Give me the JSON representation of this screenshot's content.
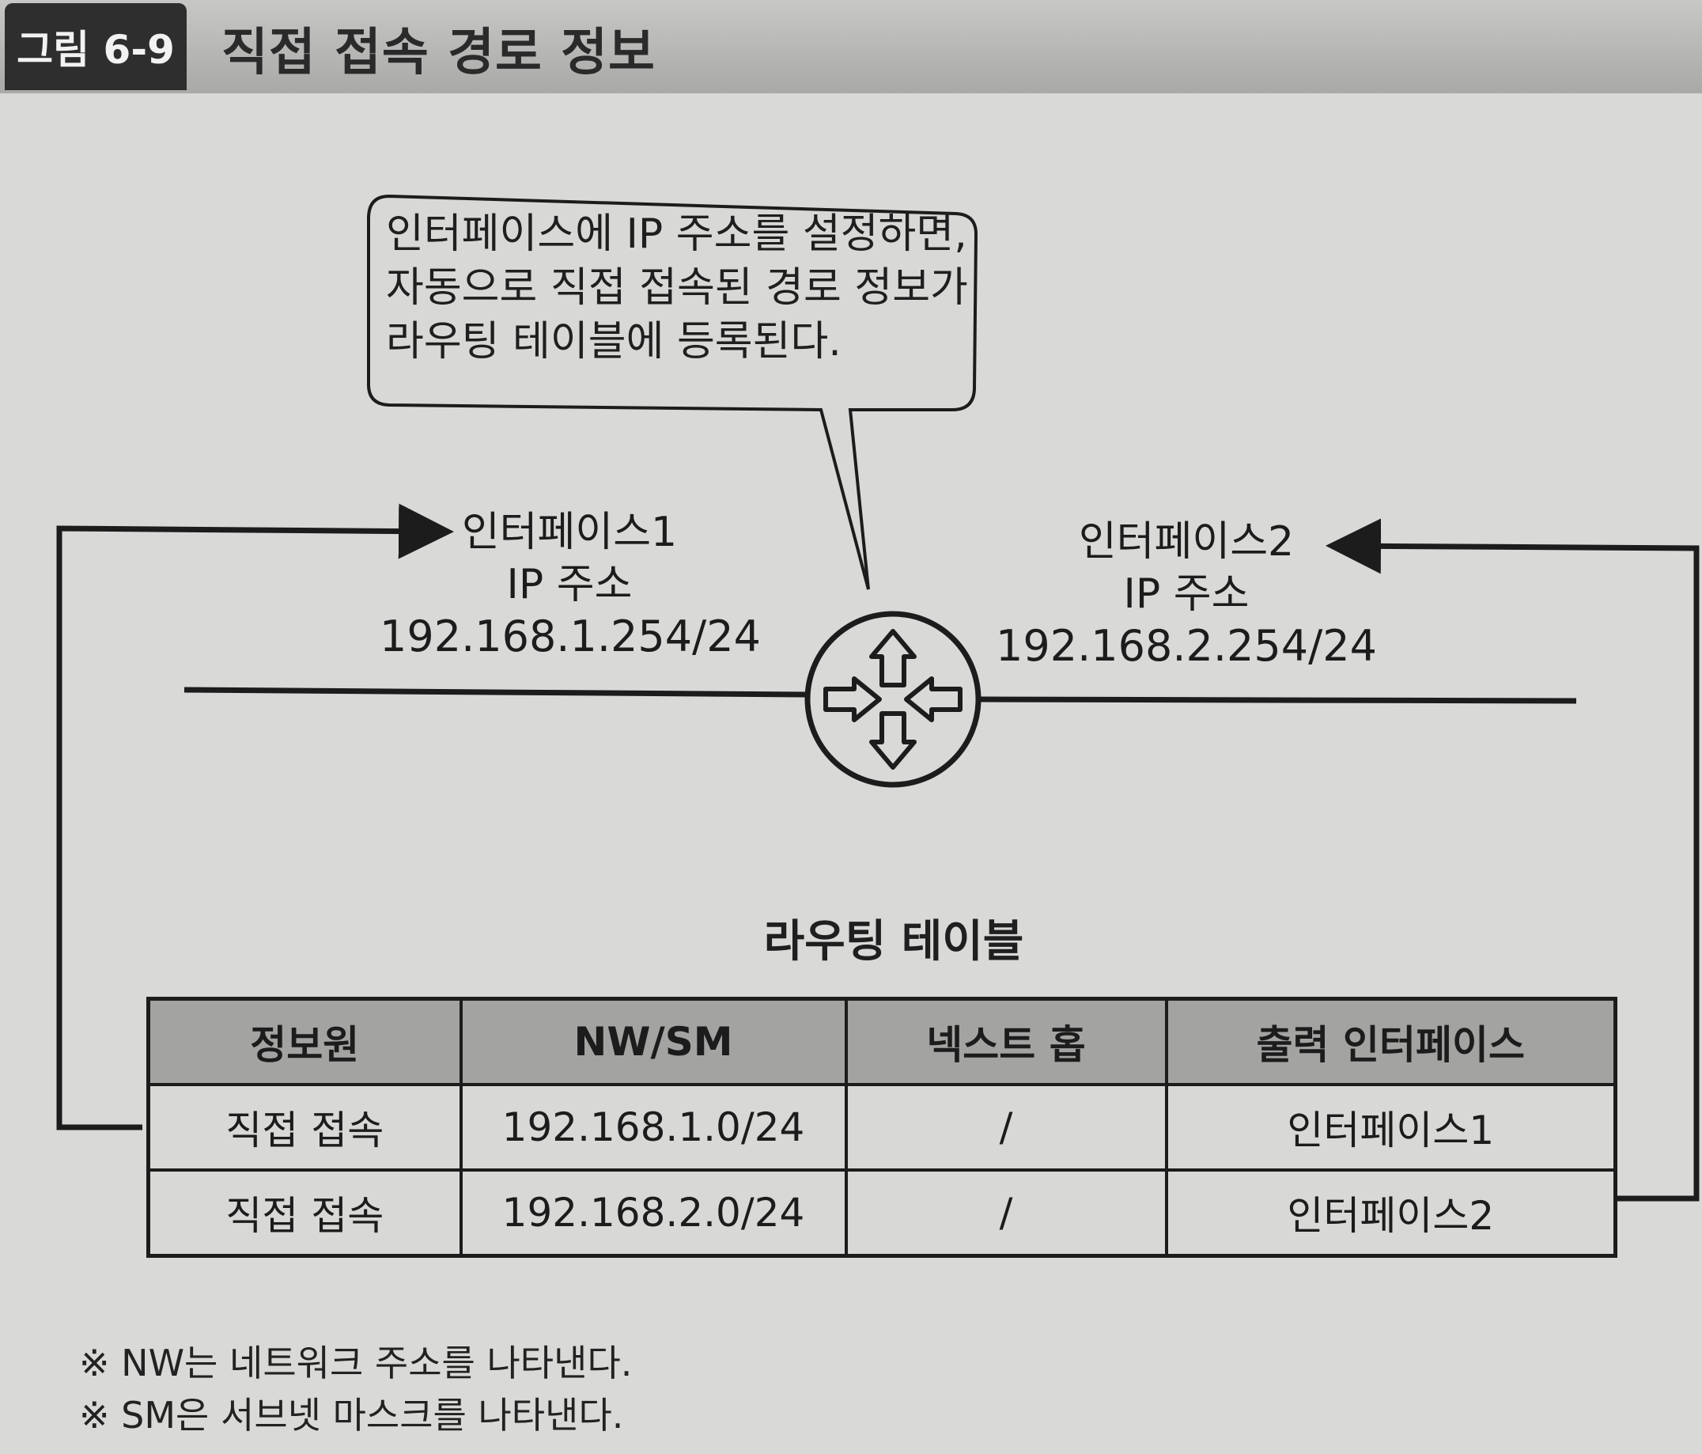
{
  "figure": {
    "tag": "그림 6-9",
    "title": "직접 접속 경로 정보"
  },
  "callout": {
    "lines": [
      "인터페이스에 IP 주소를 설정하면,",
      "자동으로 직접 접속된 경로 정보가",
      "라우팅 테이블에 등록된다."
    ]
  },
  "interface1": {
    "name": "인터페이스1",
    "ip_label": "IP 주소",
    "ip": "192.168.1.254/24"
  },
  "interface2": {
    "name": "인터페이스2",
    "ip_label": "IP 주소",
    "ip": "192.168.2.254/24"
  },
  "router": {
    "icon": "router-icon"
  },
  "routing_table": {
    "title": "라우팅 테이블",
    "headers": [
      "정보원",
      "NW/SM",
      "넥스트 홉",
      "출력 인터페이스"
    ],
    "rows": [
      [
        "직접 접속",
        "192.168.1.0/24",
        "/",
        "인터페이스1"
      ],
      [
        "직접 접속",
        "192.168.2.0/24",
        "/",
        "인터페이스2"
      ]
    ]
  },
  "notes": [
    "※ NW는 네트워크 주소를 나타낸다.",
    "※ SM은 서브넷 마스크를 나타낸다."
  ]
}
